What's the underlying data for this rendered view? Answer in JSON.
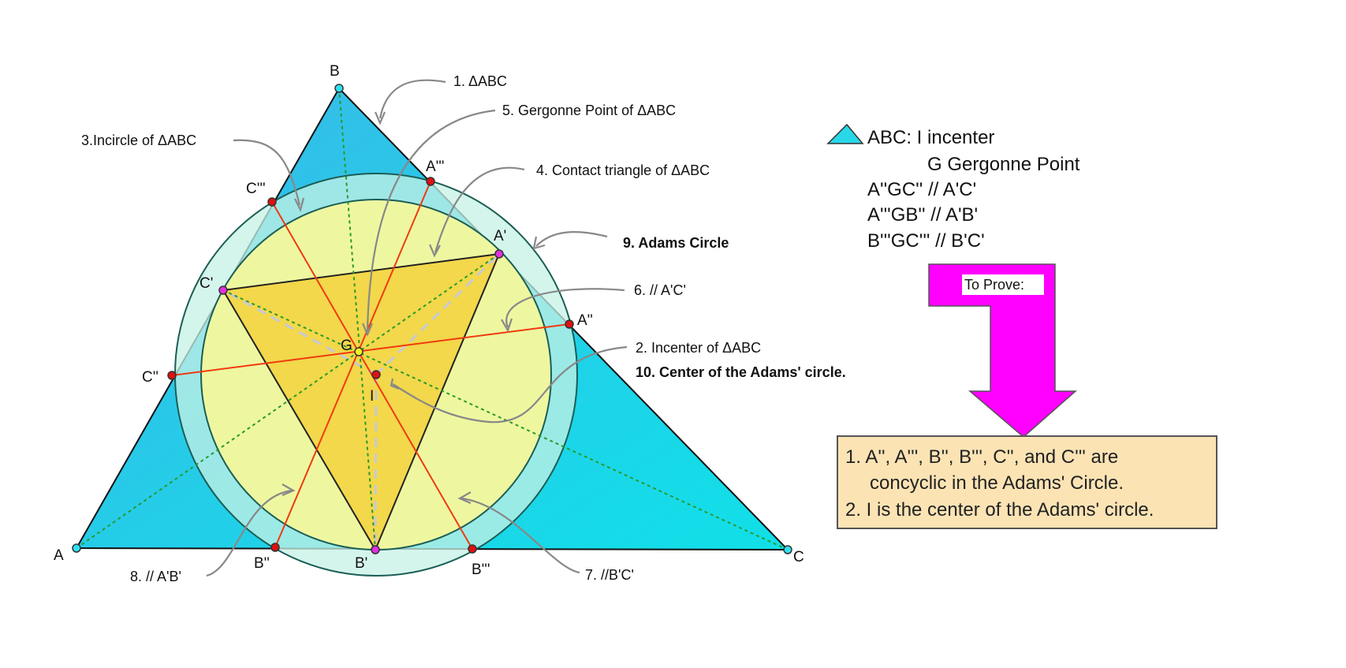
{
  "points": {
    "A": "A",
    "B": "B",
    "C": "C",
    "A1": "A'",
    "B1": "B'",
    "C1": "C'",
    "A2": "A''",
    "B2": "B''",
    "C2": "C''",
    "A3": "A'''",
    "B3": "B'''",
    "C3": "C'''",
    "G": "G",
    "I": "I"
  },
  "annotations": [
    "1. ΔABC",
    "5. Gergonne Point of ΔABC",
    "3.Incircle of ΔABC",
    "4. Contact triangle of ΔABC",
    "9. Adams Circle",
    "6. // A'C'",
    "2. Incenter of ΔABC",
    "10. Center of the Adams' circle.",
    "8. // A'B'",
    "7. //B'C'"
  ],
  "given": {
    "line1": "ABC: I incenter",
    "line2": "G Gergonne Point",
    "line3": "A''GC'' // A'C'",
    "line4": "A'''GB'' // A'B'",
    "line5": "B'''GC''' // B'C'"
  },
  "to_prove_label": "To Prove:",
  "proof": {
    "line1": "1. A'', A''', B'', B''', C'', and C''' are",
    "line2": "concyclic in the Adams' Circle.",
    "line3": "2. I is the center of the Adams' circle."
  },
  "colors": {
    "triangle": "#1ec8ec",
    "incircle": "#eef7a0",
    "contact": "#f2d84a",
    "adams": "#c6f2e6",
    "arrow": "#ff00ff",
    "proofbox": "#fbe3b4"
  }
}
